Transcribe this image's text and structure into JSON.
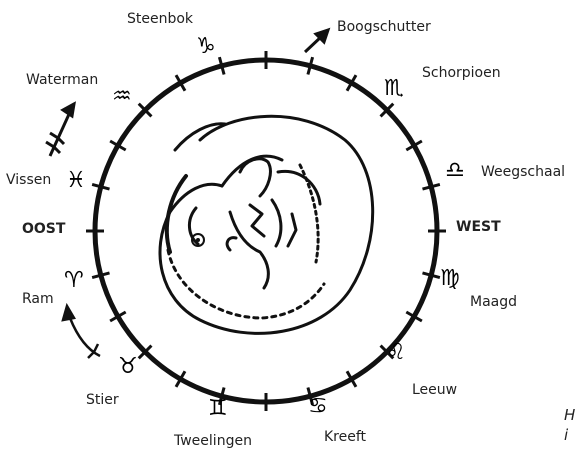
{
  "labels": {
    "steenbok": "Steenbok",
    "boogschutter": "Boogschutter",
    "schorpioen": "Schorpioen",
    "weegschaal": "Weegschaal",
    "west": "WEST",
    "maagd": "Maagd",
    "leeuw": "Leeuw",
    "kreeft": "Kreeft",
    "tweelingen": "Tweelingen",
    "stier": "Stier",
    "ram": "Ram",
    "oost": "OOST",
    "vissen": "Vissen",
    "waterman": "Waterman"
  },
  "glyphs": {
    "steenbok": "♑",
    "boogschutter": "♐",
    "schorpioen": "♏",
    "weegschaal": "♎",
    "maagd": "♍",
    "leeuw": "♌",
    "kreeft": "♋",
    "tweelingen": "♊",
    "stier": "♉",
    "ram": "♈",
    "vissen": "♓",
    "waterman": "♒"
  },
  "corner_text": {
    "line1": "H",
    "line2": "i"
  }
}
